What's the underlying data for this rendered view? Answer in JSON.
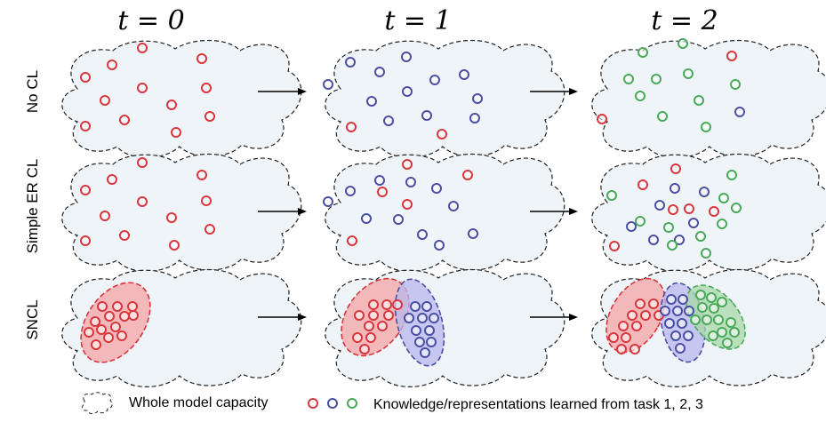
{
  "columns": [
    {
      "title": "t = 0"
    },
    {
      "title": "t = 1"
    },
    {
      "title": "t = 2"
    }
  ],
  "rows": [
    {
      "label": "No CL"
    },
    {
      "label": "Simple ER CL"
    },
    {
      "label": "SNCL"
    }
  ],
  "legend": {
    "capacity_label": "Whole model capacity",
    "knowledge_label": "Knowledge/representations learned from task 1, 2, 3"
  },
  "colors": {
    "cloud_fill": "#eef4f8",
    "task1": "#d9363e",
    "task2": "#4a4fa3",
    "task3": "#4aaa5a",
    "task1_region": "#f4a4a4",
    "task2_region": "#b8b8ee",
    "task3_region": "#a8d8a8"
  }
}
